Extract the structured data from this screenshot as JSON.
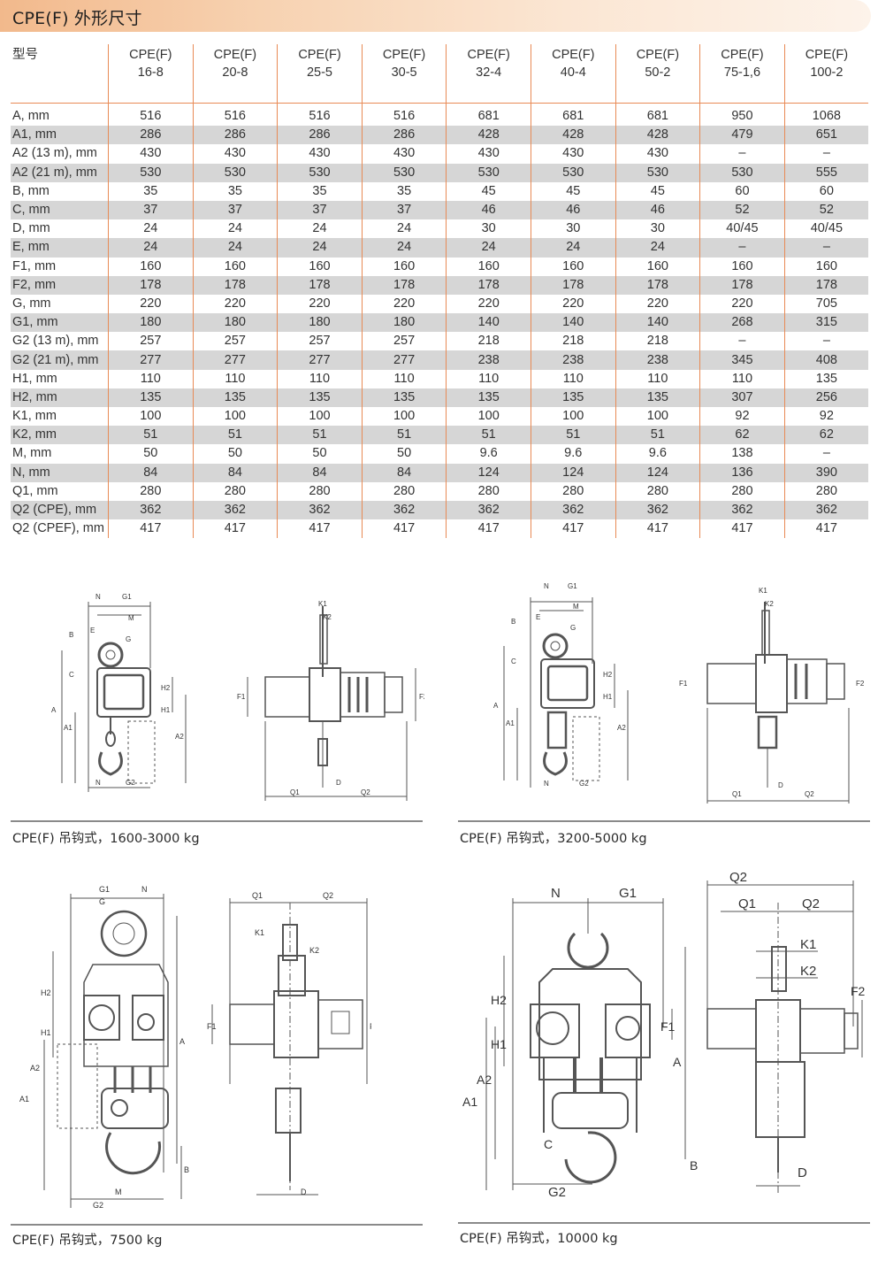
{
  "title": "CPE(F) 外形尺寸",
  "table": {
    "corner": "型号",
    "columns": [
      [
        "CPE(F)",
        "16-8"
      ],
      [
        "CPE(F)",
        "20-8"
      ],
      [
        "CPE(F)",
        "25-5"
      ],
      [
        "CPE(F)",
        "30-5"
      ],
      [
        "CPE(F)",
        "32-4"
      ],
      [
        "CPE(F)",
        "40-4"
      ],
      [
        "CPE(F)",
        "50-2"
      ],
      [
        "CPE(F)",
        "75-1,6"
      ],
      [
        "CPE(F)",
        "100-2"
      ]
    ],
    "rows": [
      {
        "label": "A, mm",
        "values": [
          "516",
          "516",
          "516",
          "516",
          "681",
          "681",
          "681",
          "950",
          "1068"
        ]
      },
      {
        "label": "A1, mm",
        "values": [
          "286",
          "286",
          "286",
          "286",
          "428",
          "428",
          "428",
          "479",
          "651"
        ]
      },
      {
        "label": "A2 (13 m), mm",
        "values": [
          "430",
          "430",
          "430",
          "430",
          "430",
          "430",
          "430",
          "–",
          "–"
        ]
      },
      {
        "label": "A2 (21 m), mm",
        "values": [
          "530",
          "530",
          "530",
          "530",
          "530",
          "530",
          "530",
          "530",
          "555"
        ]
      },
      {
        "label": "B, mm",
        "values": [
          "35",
          "35",
          "35",
          "35",
          "45",
          "45",
          "45",
          "60",
          "60"
        ]
      },
      {
        "label": "C, mm",
        "values": [
          "37",
          "37",
          "37",
          "37",
          "46",
          "46",
          "46",
          "52",
          "52"
        ]
      },
      {
        "label": "D, mm",
        "values": [
          "24",
          "24",
          "24",
          "24",
          "30",
          "30",
          "30",
          "40/45",
          "40/45"
        ]
      },
      {
        "label": "E, mm",
        "values": [
          "24",
          "24",
          "24",
          "24",
          "24",
          "24",
          "24",
          "–",
          "–"
        ]
      },
      {
        "label": "F1, mm",
        "values": [
          "160",
          "160",
          "160",
          "160",
          "160",
          "160",
          "160",
          "160",
          "160"
        ]
      },
      {
        "label": "F2, mm",
        "values": [
          "178",
          "178",
          "178",
          "178",
          "178",
          "178",
          "178",
          "178",
          "178"
        ]
      },
      {
        "label": "G, mm",
        "values": [
          "220",
          "220",
          "220",
          "220",
          "220",
          "220",
          "220",
          "220",
          "705"
        ]
      },
      {
        "label": "G1, mm",
        "values": [
          "180",
          "180",
          "180",
          "180",
          "140",
          "140",
          "140",
          "268",
          "315"
        ]
      },
      {
        "label": "G2 (13 m), mm",
        "values": [
          "257",
          "257",
          "257",
          "257",
          "218",
          "218",
          "218",
          "–",
          "–"
        ]
      },
      {
        "label": "G2 (21 m), mm",
        "values": [
          "277",
          "277",
          "277",
          "277",
          "238",
          "238",
          "238",
          "345",
          "408"
        ]
      },
      {
        "label": "H1, mm",
        "values": [
          "110",
          "110",
          "110",
          "110",
          "110",
          "110",
          "110",
          "110",
          "135"
        ]
      },
      {
        "label": "H2, mm",
        "values": [
          "135",
          "135",
          "135",
          "135",
          "135",
          "135",
          "135",
          "307",
          "256"
        ]
      },
      {
        "label": "K1, mm",
        "values": [
          "100",
          "100",
          "100",
          "100",
          "100",
          "100",
          "100",
          "92",
          "92"
        ]
      },
      {
        "label": "K2, mm",
        "values": [
          "51",
          "51",
          "51",
          "51",
          "51",
          "51",
          "51",
          "62",
          "62"
        ]
      },
      {
        "label": "M, mm",
        "values": [
          "50",
          "50",
          "50",
          "50",
          "9.6",
          "9.6",
          "9.6",
          "138",
          "–"
        ]
      },
      {
        "label": "N, mm",
        "values": [
          "84",
          "84",
          "84",
          "84",
          "124",
          "124",
          "124",
          "136",
          "390"
        ]
      },
      {
        "label": "Q1, mm",
        "values": [
          "280",
          "280",
          "280",
          "280",
          "280",
          "280",
          "280",
          "280",
          "280"
        ]
      },
      {
        "label": "Q2 (CPE), mm",
        "values": [
          "362",
          "362",
          "362",
          "362",
          "362",
          "362",
          "362",
          "362",
          "362"
        ]
      },
      {
        "label": "Q2 (CPEF), mm",
        "values": [
          "417",
          "417",
          "417",
          "417",
          "417",
          "417",
          "417",
          "417",
          "417"
        ]
      }
    ]
  },
  "captions": {
    "fig1": "CPE(F) 吊钩式，1600-3000 kg",
    "fig2": "CPE(F) 吊钩式，3200-5000 kg",
    "fig3": "CPE(F) 吊钩式，7500 kg",
    "fig4": "CPE(F) 吊钩式，10000 kg"
  },
  "labels": {
    "N": "N",
    "G1": "G1",
    "M": "M",
    "B": "B",
    "E": "E",
    "G": "G",
    "C": "C",
    "A": "A",
    "A1": "A1",
    "A2": "A2",
    "H1": "H1",
    "H2": "H2",
    "G2": "G2",
    "K1": "K1",
    "K2": "K2",
    "F1": "F1",
    "F2": "F2",
    "Q1": "Q1",
    "Q2": "Q2",
    "D": "D"
  }
}
